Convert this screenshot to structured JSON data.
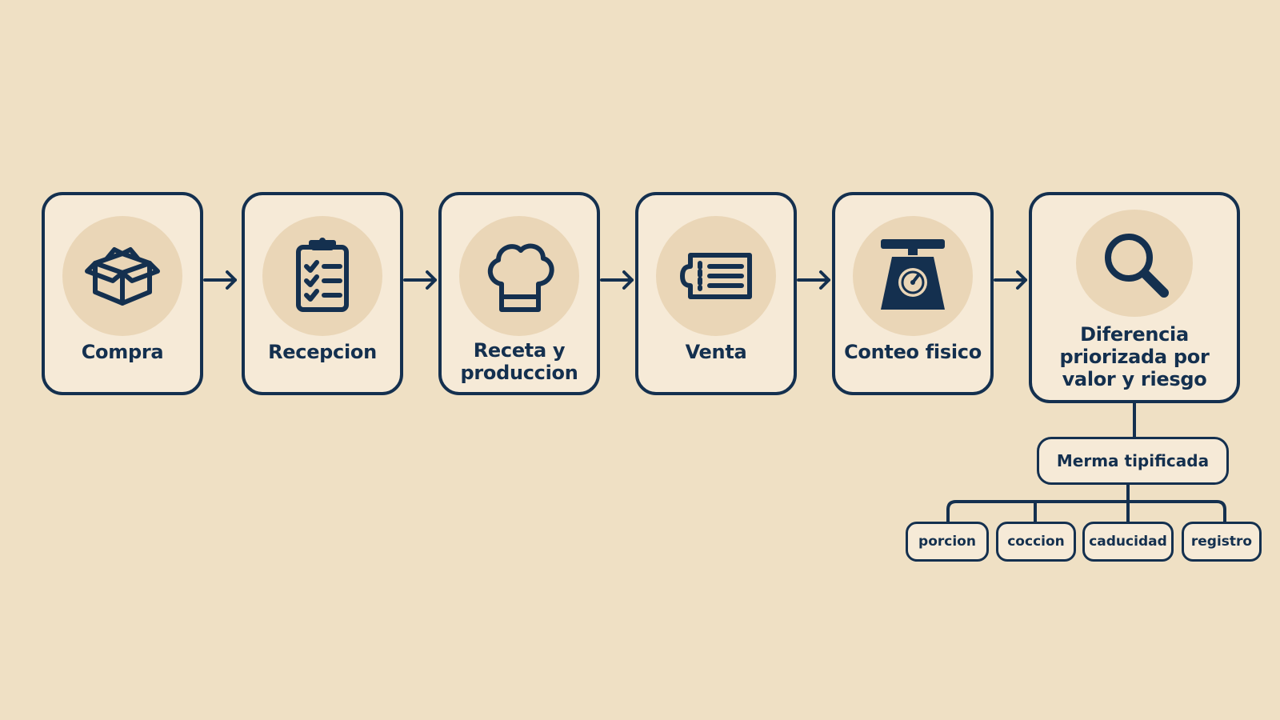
{
  "steps": [
    {
      "label": "Compra",
      "icon": "box-icon"
    },
    {
      "label": "Recepcion",
      "icon": "clipboard-checklist-icon"
    },
    {
      "label": "Receta y produccion",
      "icon": "chef-hat-icon"
    },
    {
      "label": "Venta",
      "icon": "ticket-icon"
    },
    {
      "label": "Conteo fisico",
      "icon": "scale-icon"
    },
    {
      "label": "Diferencia priorizada por valor y riesgo",
      "icon": "magnifier-icon"
    }
  ],
  "merma": {
    "label": "Merma tipificada",
    "children": [
      "porcion",
      "coccion",
      "caducidad",
      "registro"
    ]
  },
  "colors": {
    "background": "#efe0c4",
    "card": "#f6ead7",
    "circle": "#ead6b7",
    "ink": "#14304f"
  }
}
